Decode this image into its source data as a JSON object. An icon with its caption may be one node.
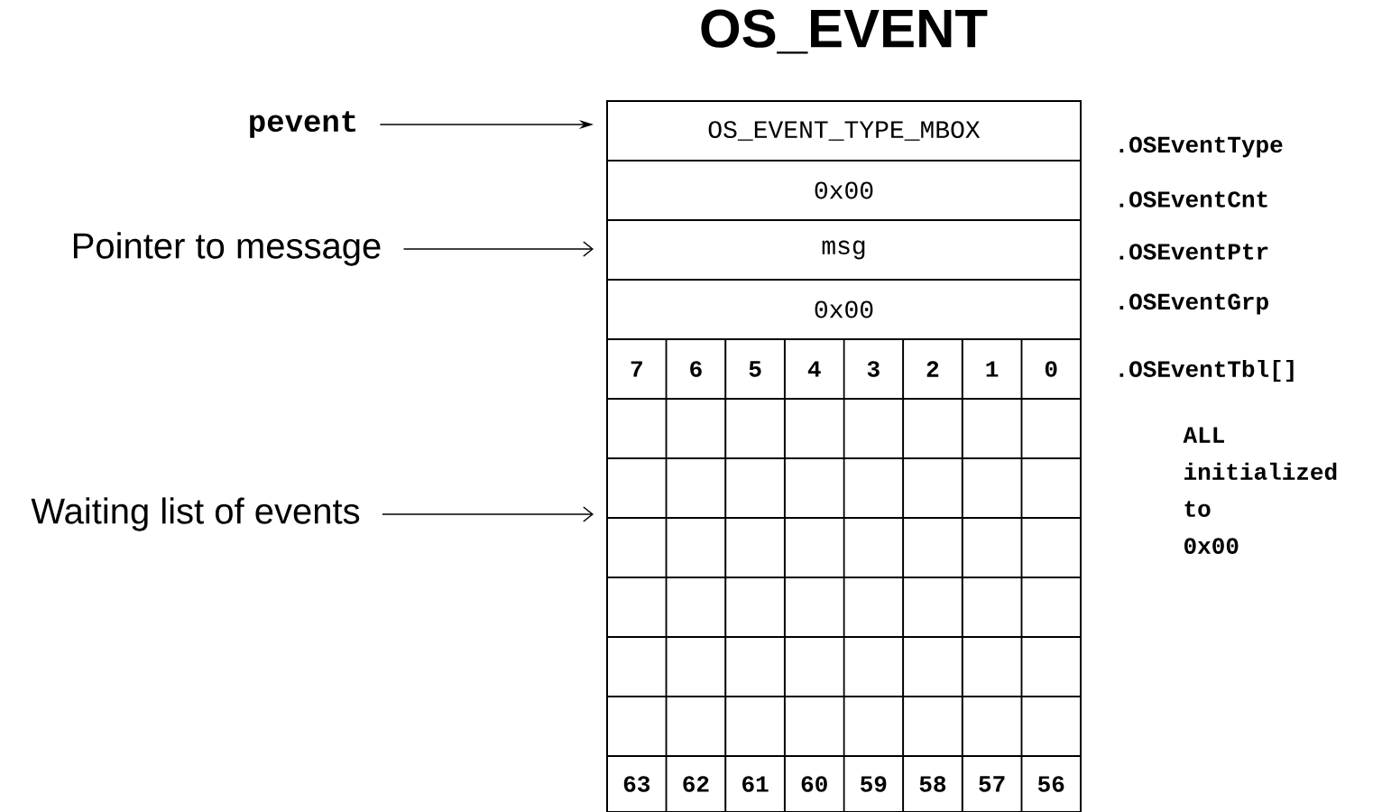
{
  "diagram": {
    "title": "OS_EVENT",
    "nodes": [
      {
        "text": [
          "pevent"
        ]
      },
      {
        "text": [
          "OS_EVENT_TYPE_MBOX"
        ]
      },
      {
        "text": [
          "0x00"
        ]
      },
      {
        "text": [
          "msg"
        ]
      },
      {
        "text": [
          "0x00"
        ]
      },
      {
        "text": [
          "Pointer to message"
        ]
      },
      {
        "text": [
          "Waiting list of events"
        ]
      },
      {
        "text": [],
        "shape": "box"
      }
    ],
    "edges": [
      {
        "from": 0,
        "to": 1,
        "arrow": "to"
      },
      {
        "from": 5,
        "to": 3,
        "arrow": "to"
      },
      {
        "from": 6,
        "to": 7,
        "arrow": "to"
      }
    ],
    "labels": [
      ".OSEventType",
      ".OSEventCnt",
      ".OSEventPtr",
      ".OSEventGrp",
      ".OSEventTbl[]",
      "ALL initialized to 0x00",
      "7",
      "6",
      "5",
      "4",
      "3",
      "2",
      "1",
      "0",
      "63",
      "62",
      "61",
      "60",
      "59",
      "58",
      "57",
      "56"
    ]
  }
}
